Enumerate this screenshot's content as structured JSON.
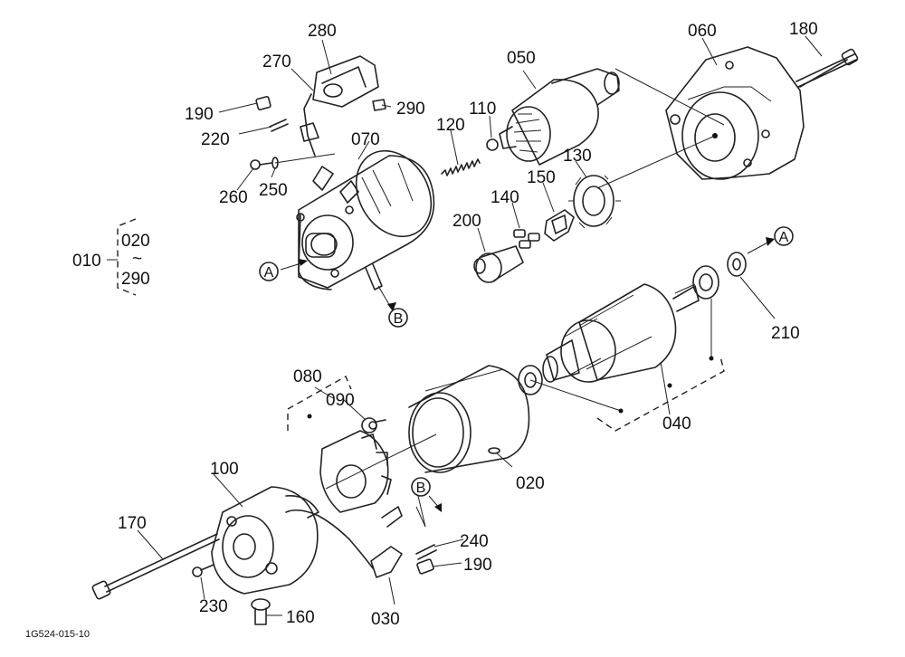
{
  "labels": {
    "p010": "010",
    "p020a": "020",
    "tilde": "~",
    "p290a": "290",
    "p280": "280",
    "p270": "270",
    "p290": "290",
    "p190a": "190",
    "p220": "220",
    "p070": "070",
    "p260": "260",
    "p250": "250",
    "p050": "050",
    "p110": "110",
    "p120": "120",
    "p060": "060",
    "p180": "180",
    "p130": "130",
    "p150": "150",
    "p140": "140",
    "p200": "200",
    "p210": "210",
    "p040": "040",
    "p080": "080",
    "p090": "090",
    "p020": "020",
    "p100": "100",
    "p170": "170",
    "p240": "240",
    "p190b": "190",
    "p230": "230",
    "p160": "160",
    "p030": "030"
  },
  "callouts": {
    "a1": "A",
    "a2": "A",
    "b1": "B",
    "b2": "B"
  },
  "figure_code": "1G524-015-10"
}
